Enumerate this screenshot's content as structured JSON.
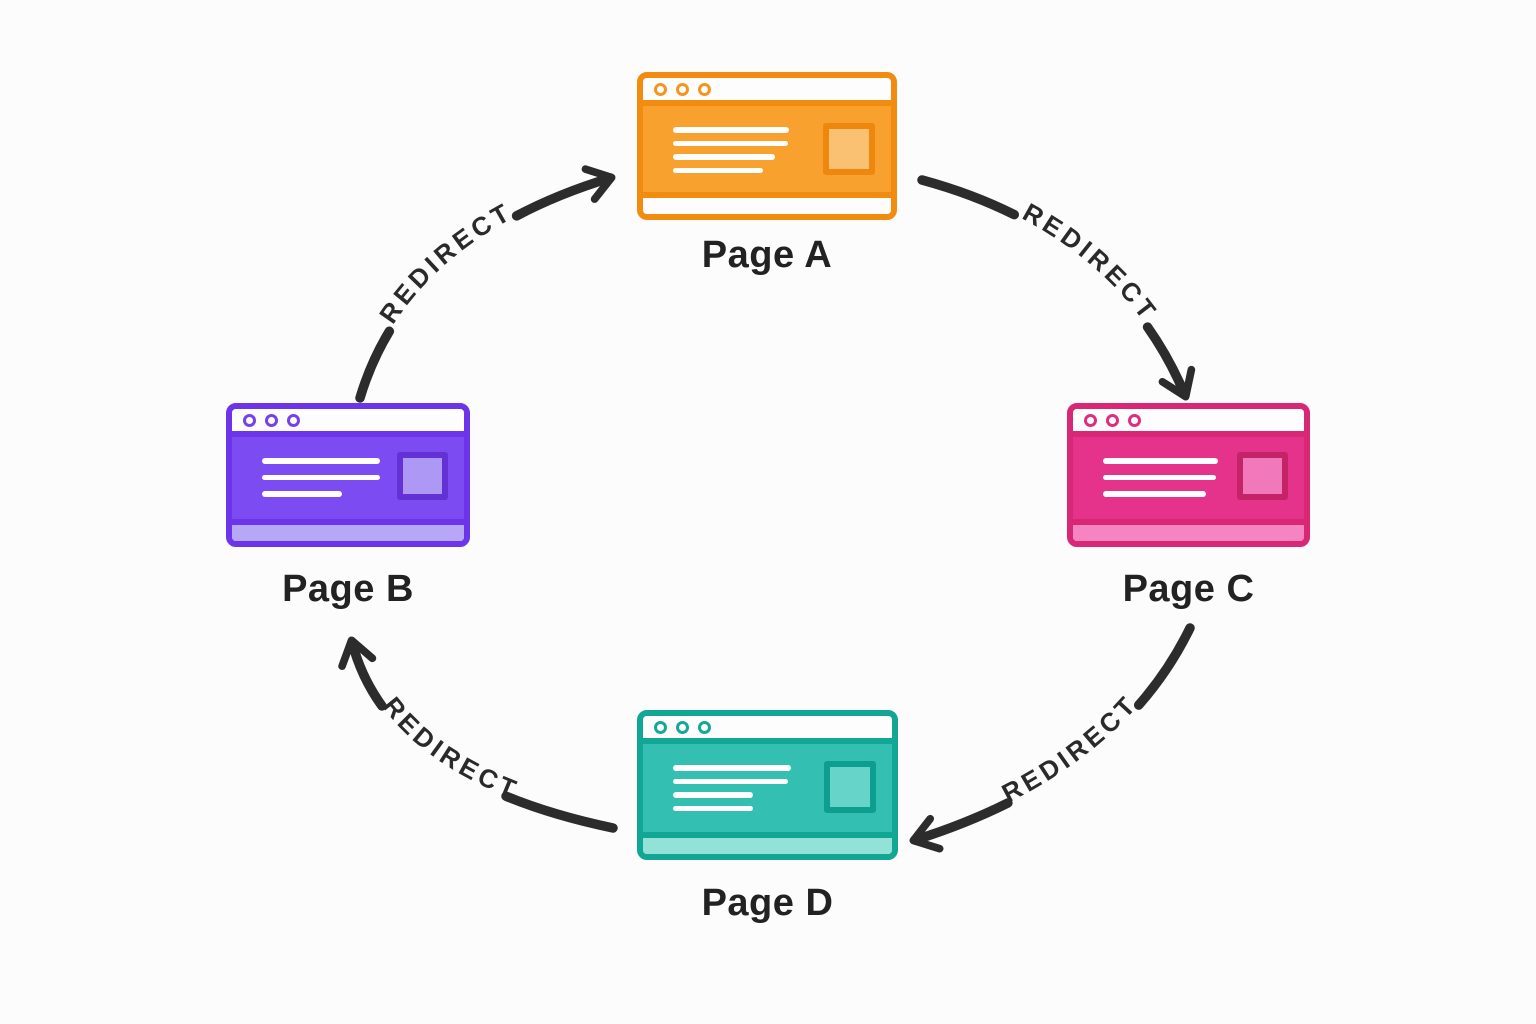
{
  "background_color": "#FCFCFC",
  "arrow_color": "#2C2C2C",
  "label_color": "#222222",
  "nodes": [
    {
      "id": "page-a",
      "label": "Page A",
      "position": "top",
      "colors": {
        "border": "#F28C11",
        "body": "#F9A12E",
        "dot": "#F7941E",
        "sqFill": "#FBC173",
        "sqBorder": "#EE870D",
        "footer": "#FFFDFB"
      },
      "lines": [
        116,
        115,
        102,
        90
      ]
    },
    {
      "id": "page-b",
      "label": "Page B",
      "position": "left",
      "colors": {
        "border": "#6C35E9",
        "body": "#7C4BF1",
        "dot": "#7441EB",
        "sqFill": "#AE98F5",
        "sqBorder": "#6331D4",
        "footer": "#B6A7F7"
      },
      "lines": [
        118,
        118,
        80
      ]
    },
    {
      "id": "page-c",
      "label": "Page C",
      "position": "right",
      "colors": {
        "border": "#D82775",
        "body": "#E5338B",
        "dot": "#E02C80",
        "sqFill": "#F179BB",
        "sqBorder": "#C42368",
        "footer": "#F584C3"
      },
      "lines": [
        115,
        113,
        103
      ]
    },
    {
      "id": "page-d",
      "label": "Page D",
      "position": "bottom",
      "colors": {
        "border": "#12A695",
        "body": "#33BFB1",
        "dot": "#14A897",
        "sqFill": "#66D4C8",
        "sqBorder": "#0E9E8F",
        "footer": "#92E2D8"
      },
      "lines": [
        118,
        115,
        80,
        80
      ]
    }
  ],
  "edges": [
    {
      "from": "Page B",
      "to": "Page A",
      "label": "REDIRECT"
    },
    {
      "from": "Page A",
      "to": "Page C",
      "label": "REDIRECT"
    },
    {
      "from": "Page C",
      "to": "Page D",
      "label": "REDIRECT"
    },
    {
      "from": "Page D",
      "to": "Page B",
      "label": "REDIRECT"
    }
  ]
}
